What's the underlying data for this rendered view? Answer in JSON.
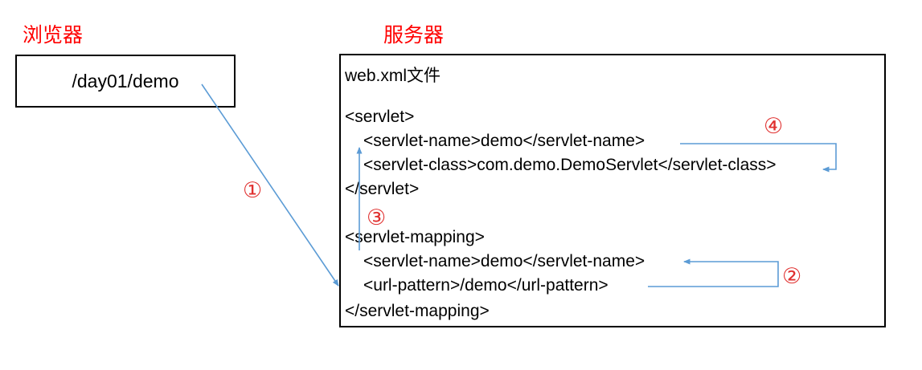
{
  "diagram": {
    "browser": {
      "label": "浏览器",
      "request_url": "/day01/demo"
    },
    "server": {
      "label": "服务器",
      "file_title": "web.xml文件",
      "xml_lines": [
        {
          "text": "<servlet>",
          "indent": false
        },
        {
          "text": "<servlet-name>demo</servlet-name>",
          "indent": true
        },
        {
          "text": "<servlet-class>com.demo.DemoServlet</servlet-class>",
          "indent": true
        },
        {
          "text": "</servlet>",
          "indent": false
        },
        {
          "text": "<servlet-mapping>",
          "indent": false
        },
        {
          "text": "<servlet-name>demo</servlet-name>",
          "indent": true
        },
        {
          "text": "<url-pattern>/demo</url-pattern>",
          "indent": true
        },
        {
          "text": "</servlet-mapping>",
          "indent": false
        }
      ]
    },
    "steps": [
      {
        "label": "①",
        "meaning": "browser request to url-pattern"
      },
      {
        "label": "②",
        "meaning": "url-pattern to servlet-name"
      },
      {
        "label": "③",
        "meaning": "mapping servlet-name to servlet block"
      },
      {
        "label": "④",
        "meaning": "servlet-name to servlet-class"
      }
    ],
    "colors": {
      "arrow": "#5b9bd5",
      "label": "#ff0000",
      "text": "#000000",
      "border": "#000000"
    }
  }
}
